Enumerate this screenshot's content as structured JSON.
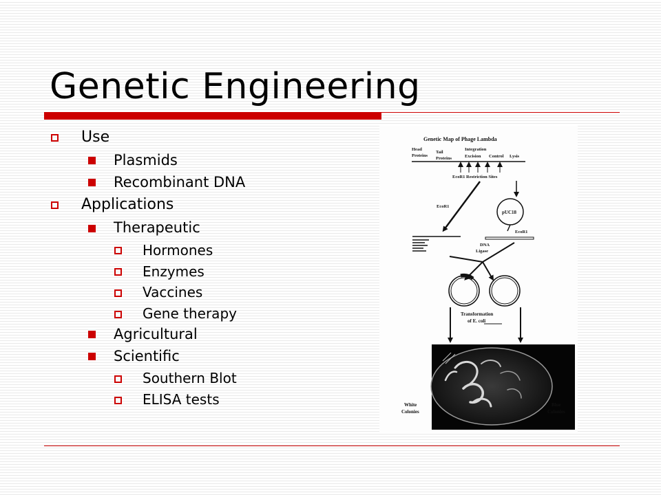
{
  "slide": {
    "title": "Genetic Engineering",
    "accent_color": "#cc0000",
    "bullets": {
      "use": "Use",
      "plasmids": "Plasmids",
      "recombinant_dna": "Recombinant DNA",
      "applications": "Applications",
      "therapeutic": "Therapeutic",
      "hormones": "Hormones",
      "enzymes": "Enzymes",
      "vaccines": "Vaccines",
      "gene_therapy": "Gene therapy",
      "agricultural": "Agricultural",
      "scientific": "Scientific",
      "southern_blot": "Southern Blot",
      "elisa_tests": "ELISA tests"
    }
  },
  "figure": {
    "title": "Genetic Map of Phage Lambda",
    "map_labels": {
      "head_1": "Head",
      "head_2": "Proteins",
      "tail_1": "Tail",
      "tail_2": "Proteins",
      "integration": "Integration",
      "excision": "Excision",
      "control": "Control",
      "lysis": "Lysis"
    },
    "restriction_sites": "EcoR1 Restriction Sites",
    "ecor1_left": "EcoR1",
    "plasmid": "pUC18",
    "ecor1_right": "EcoR1",
    "dna_ligase_1": "DNA",
    "dna_ligase_2": "Ligase",
    "transformation_1": "Transformation",
    "transformation_2": "of E. coli",
    "white_colonies_1": "White",
    "white_colonies_2": "Colonies",
    "blue_colonies_1": "Blue",
    "blue_colonies_2": "Colonies"
  }
}
